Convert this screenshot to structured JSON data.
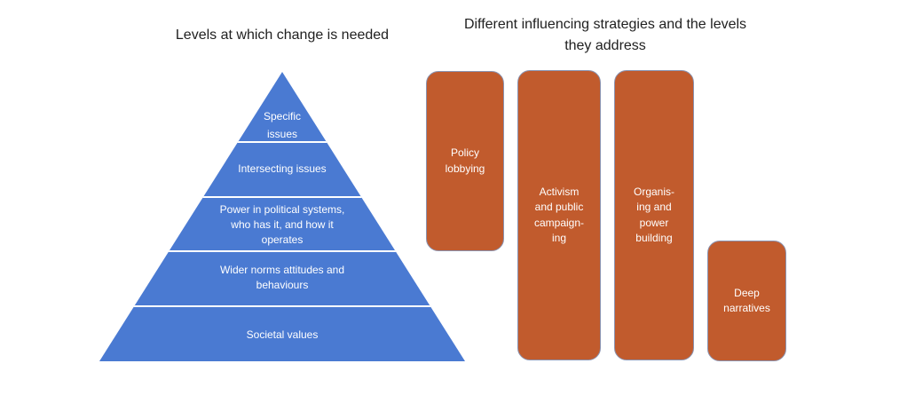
{
  "pyramid": {
    "title": "Levels at which change is needed",
    "levels": [
      {
        "label": "Specific\nissues"
      },
      {
        "label": "Intersecting issues"
      },
      {
        "label": "Power in political systems,\nwho has it, and how it\noperates"
      },
      {
        "label": "Wider norms attitudes and\nbehaviours"
      },
      {
        "label": "Societal values"
      }
    ]
  },
  "strategies": {
    "title": "Different influencing strategies and the levels\nthey address",
    "items": [
      {
        "label": "Policy\nlobbying"
      },
      {
        "label": "Activism\nand public\ncampaign-\ning"
      },
      {
        "label": "Organis-\ning and\npower\nbuilding"
      },
      {
        "label": "Deep\nnarratives"
      }
    ]
  },
  "colors": {
    "background": "#ffffff",
    "pyramid-blue": "#4a7ad2",
    "strategy-orange": "#c15b2d",
    "box-border": "#8a93b1",
    "divider": "#ffffff",
    "title-text": "#1f1f1f",
    "shape-text": "#ffffff"
  }
}
